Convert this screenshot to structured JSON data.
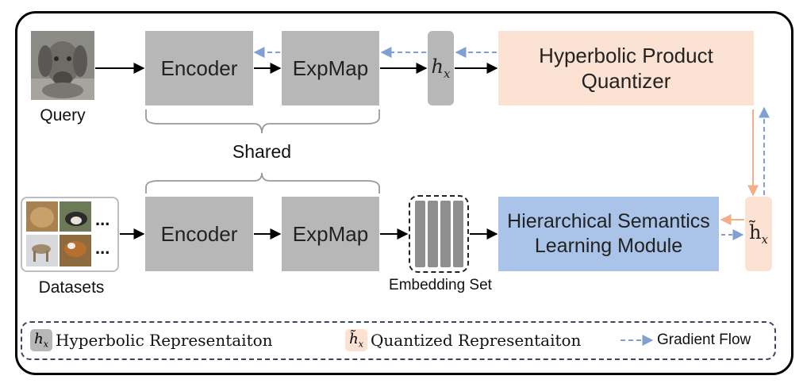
{
  "query_image": {
    "caption": "Query"
  },
  "datasets_image": {
    "caption": "Datasets",
    "ellipsis": [
      "...",
      "..."
    ]
  },
  "top_row": {
    "encoder_label": "Encoder",
    "expmap_label": "ExpMap",
    "hx_base": "h",
    "hx_sub": "x",
    "quantizer_label": [
      "Hyperbolic Product",
      "Quantizer"
    ]
  },
  "shared_label": "Shared",
  "bottom_row": {
    "encoder_label": "Encoder",
    "expmap_label": "ExpMap",
    "embedding_set_label": "Embedding Set",
    "hsl_module_label": [
      "Hierarchical Semantics",
      "Learning Module"
    ],
    "htilde_base": "h̃",
    "htilde_sub": "x"
  },
  "legend": {
    "hyperbolic_label": "Hyperbolic Representaiton",
    "quantized_label": "Quantized Representaiton",
    "gradient_label": "Gradient Flow"
  },
  "colors": {
    "gray_block": "#b7b7b7",
    "quantizer_fill": "#fbe2d2",
    "hsl_fill": "#a9c4e8",
    "gradient_arrow": "#7f9fd6",
    "orange_arrow": "#f2ae86"
  }
}
